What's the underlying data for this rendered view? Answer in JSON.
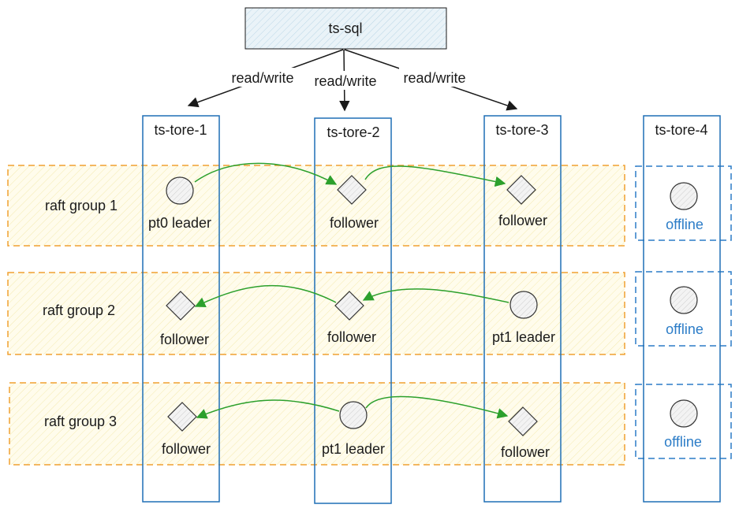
{
  "client": {
    "label": "ts-sql"
  },
  "edges": {
    "read_write": [
      "read/write",
      "read/write",
      "read/write"
    ]
  },
  "stores": [
    {
      "label": "ts-tore-1"
    },
    {
      "label": "ts-tore-2"
    },
    {
      "label": "ts-tore-3"
    },
    {
      "label": "ts-tore-4"
    }
  ],
  "groups": [
    {
      "label": "raft group 1",
      "nodes": [
        {
          "label": "pt0 leader",
          "shape": "circle"
        },
        {
          "label": "follower",
          "shape": "diamond"
        },
        {
          "label": "follower",
          "shape": "diamond"
        },
        {
          "label": "offline",
          "shape": "circle",
          "state": "offline"
        }
      ]
    },
    {
      "label": "raft group 2",
      "nodes": [
        {
          "label": "follower",
          "shape": "diamond"
        },
        {
          "label": "follower",
          "shape": "diamond"
        },
        {
          "label": "pt1 leader",
          "shape": "circle"
        },
        {
          "label": "offline",
          "shape": "circle",
          "state": "offline"
        }
      ]
    },
    {
      "label": "raft group 3",
      "nodes": [
        {
          "label": "follower",
          "shape": "diamond"
        },
        {
          "label": "pt1 leader",
          "shape": "circle"
        },
        {
          "label": "follower",
          "shape": "diamond"
        },
        {
          "label": "offline",
          "shape": "circle",
          "state": "offline"
        }
      ]
    }
  ],
  "colors": {
    "store_border": "#1f6fb5",
    "group_border": "#f0a030",
    "group_fill": "#fffbe8",
    "offline_border": "#2b7cc7",
    "offline_text": "#2b7cc7",
    "replication_arrow": "#2ca02c",
    "client_fill": "#eaf3f8"
  }
}
